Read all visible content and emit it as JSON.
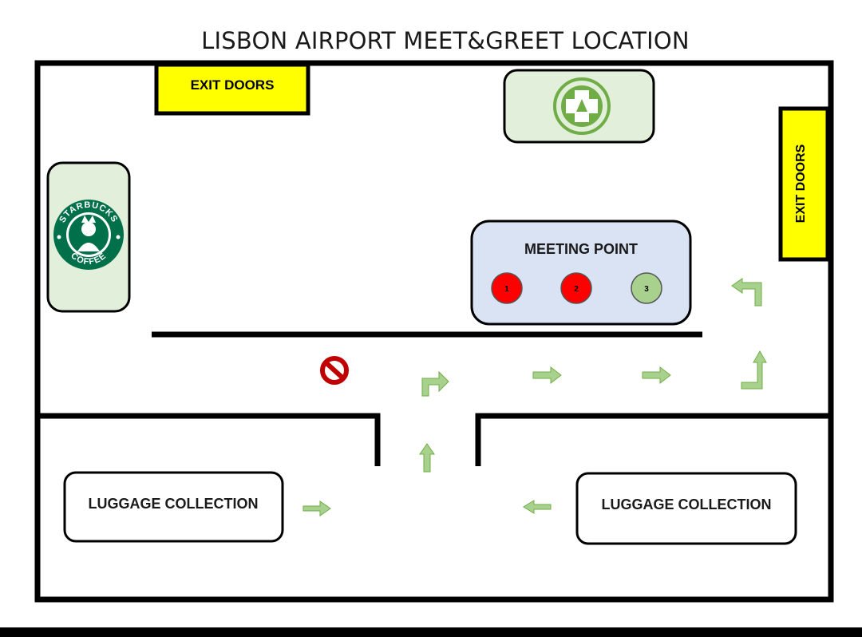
{
  "title": "LISBON AIRPORT MEET&GREET LOCATION",
  "exit_doors_top": "EXIT DOORS",
  "exit_doors_right": "EXIT DOORS",
  "meeting_point": {
    "label": "MEETING POINT",
    "spots": [
      {
        "label": "1",
        "status": "occupied",
        "color": "#ff0000"
      },
      {
        "label": "2",
        "status": "occupied",
        "color": "#ff0000"
      },
      {
        "label": "3",
        "status": "available",
        "color": "#a9d18e"
      }
    ]
  },
  "luggage_left": "LUGGAGE COLLECTION",
  "luggage_right": "LUGGAGE COLLECTION",
  "starbucks": {
    "ring_top": "STARBUCKS",
    "ring_bottom": "COFFEE",
    "icon": "starbucks-logo"
  },
  "pharmacy": {
    "icon": "pharmacy-cross-icon"
  },
  "no_entry": {
    "icon": "no-entry-icon"
  },
  "colors": {
    "exit_yellow": "#ffff00",
    "store_green": "#e2efda",
    "meeting_blue": "#dae3f3",
    "arrow_green": "#a9d18e",
    "pharmacy_green": "#70ad47",
    "no_entry_red": "#c00000",
    "starbucks_green": "#00704a"
  }
}
